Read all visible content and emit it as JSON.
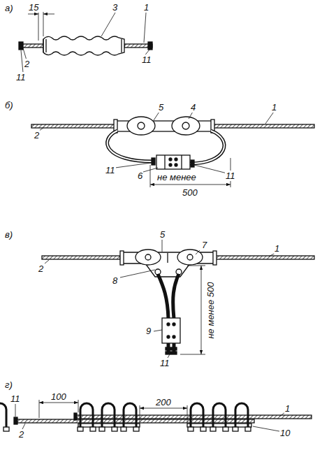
{
  "diagram": {
    "labels": [
      "а)",
      "15",
      "3",
      "1",
      "2",
      "11",
      "11",
      "б)",
      "5",
      "4",
      "1",
      "2",
      "11",
      "6",
      "не менее",
      "11",
      "500",
      "в)",
      "5",
      "7",
      "1",
      "2",
      "8",
      "не менее 500",
      "9",
      "11",
      "г)",
      "11",
      "100",
      "200",
      "1",
      "2",
      "10"
    ]
  }
}
